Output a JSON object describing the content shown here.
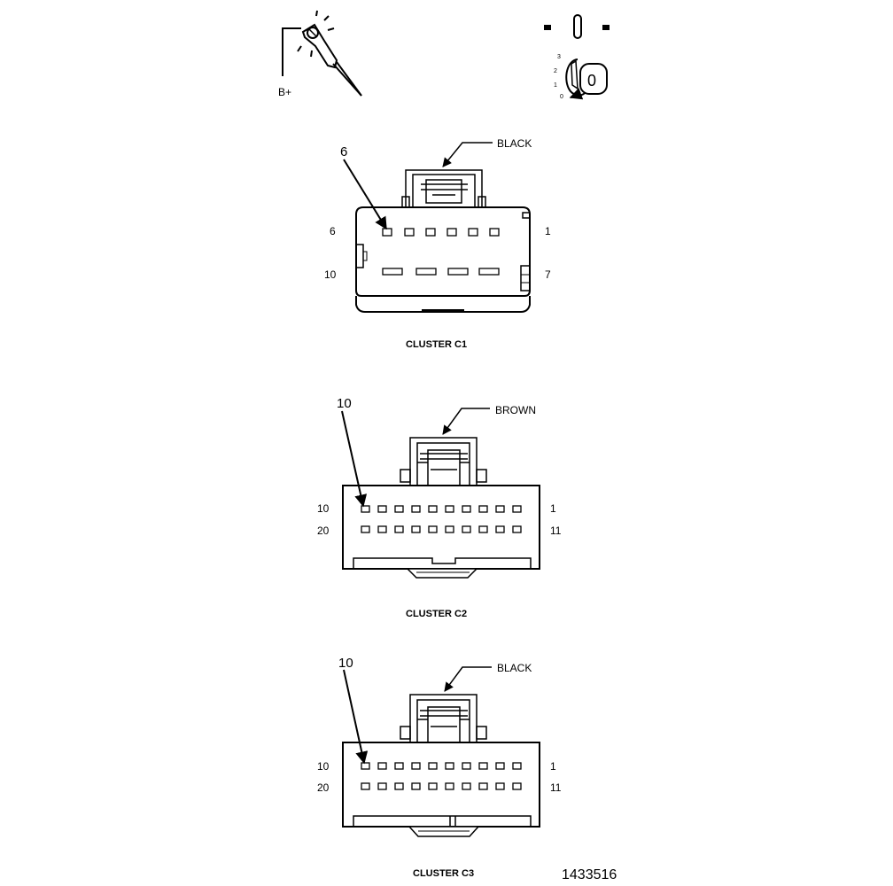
{
  "header": {
    "b_plus": "B+",
    "ign_positions": [
      "3",
      "2",
      "1",
      "0"
    ],
    "ign_key_label": "0"
  },
  "connectors": [
    {
      "callout_pin": "6",
      "color": "BLACK",
      "left_top": "6",
      "right_top": "1",
      "left_bottom": "10",
      "right_bottom": "7",
      "caption": "CLUSTER C1"
    },
    {
      "callout_pin": "10",
      "color": "BROWN",
      "left_top": "10",
      "right_top": "1",
      "left_bottom": "20",
      "right_bottom": "11",
      "caption": "CLUSTER C2"
    },
    {
      "callout_pin": "10",
      "color": "BLACK",
      "left_top": "10",
      "right_top": "1",
      "left_bottom": "20",
      "right_bottom": "11",
      "caption": "CLUSTER C3"
    }
  ],
  "figure_id": "1433516"
}
